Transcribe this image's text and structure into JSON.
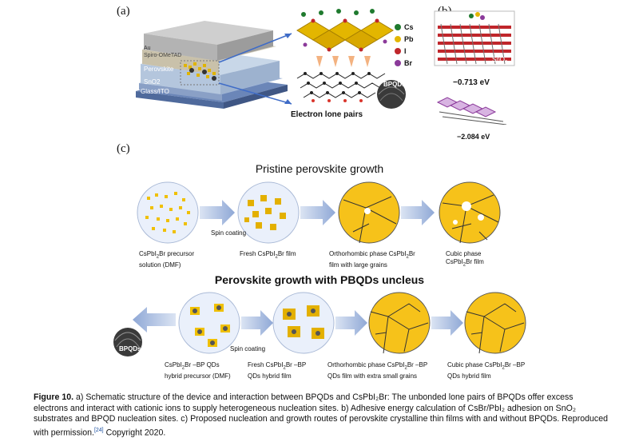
{
  "figure": {
    "panel_a": "(a)",
    "panel_b": "(b)",
    "panel_c": "(c)",
    "device_layers": [
      "Au",
      "Spiro-OMeTAD",
      "Perovskite",
      "SnO2",
      "Glass/ITO"
    ],
    "legend": [
      "Cs",
      "Pb",
      "I",
      "Br"
    ],
    "legend_colors": {
      "Cs": "#1f7a2e",
      "Pb": "#e3b600",
      "I": "#c0262b",
      "Br": "#8b3a9a"
    },
    "bpqds_label": "BPQDs",
    "electron_lone_pairs": "Electron lone pairs",
    "sno2_label": "SnO",
    "sno2_sub": "2",
    "energy_1": "−0.713 eV",
    "energy_2": "−2.084 eV"
  },
  "pristine": {
    "title": "Pristine perovskite growth",
    "spin_coating": "Spin coating",
    "captions": [
      [
        "CsPbI",
        "2",
        "Br precursor",
        "solution (DMF)"
      ],
      [
        "Fresh CsPbI",
        "2",
        "Br  film",
        ""
      ],
      [
        "Orthorhombic phase CsPbI",
        "2",
        "Br",
        "film with large grains"
      ],
      [
        "Cubic  phase",
        "CsPbI",
        "2",
        "Br  film"
      ]
    ]
  },
  "with_pbqds": {
    "title": "Perovskite growth with PBQDs uncleus",
    "spin_coating": "Spin coating",
    "bpqds_label": "BPQDs",
    "captions": [
      [
        "CsPbI",
        "2",
        "Br –BP QDs",
        "hybrid precursor (DMF)"
      ],
      [
        "Fresh CsPbI",
        "2",
        "Br –BP",
        "QDs  hybrid film"
      ],
      [
        "Orthorhombic phase CsPbI",
        "2",
        "Br –BP",
        "QDs  film with extra small grains"
      ],
      [
        "Cubic phase CsPbI",
        "2",
        "Br –BP",
        "QDs  hybrid film"
      ]
    ]
  },
  "caption": {
    "label": "Figure 10.",
    "text": " a) Schematic structure of the device and interaction between BPQDs and CsPbI₂Br: The unbonded lone pairs of BPQDs offer excess electrons and interact with cationic ions to supply heterogeneous nucleation sites. b) Adhesive energy calculation of CsBr/PbI₂ adhesion on SnO₂ substrates and BPQD nucleation sites. c) Proposed nucleation and growth routes of perovskite crystalline thin films with and without BPQDs. Reproduced with permission.",
    "ref": "[24]",
    "tail": " Copyright 2020."
  }
}
